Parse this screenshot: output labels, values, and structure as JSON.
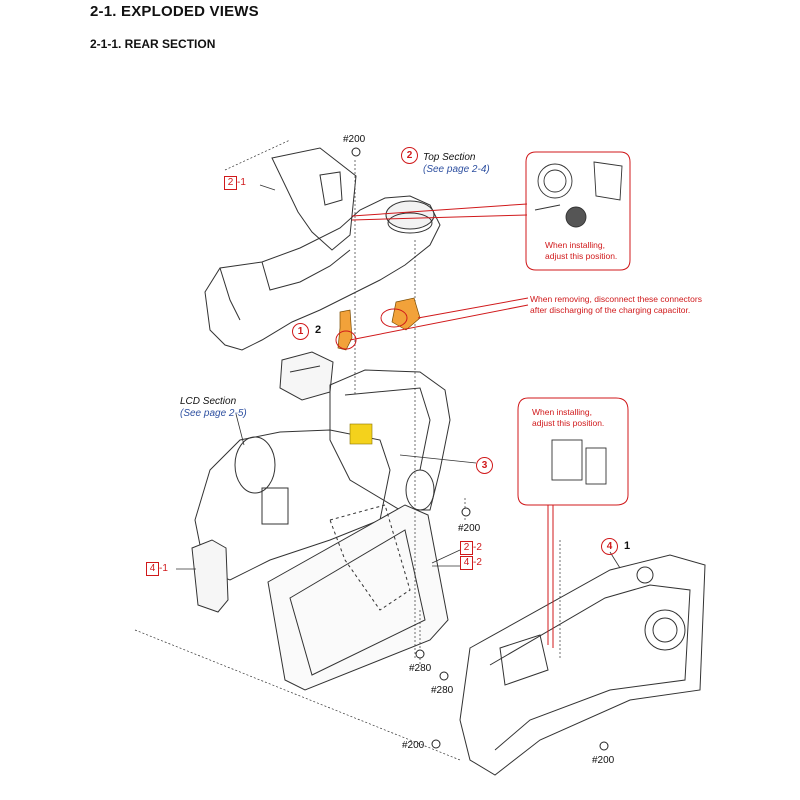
{
  "title": "2-1.  EXPLODED VIEWS",
  "subtitle": "2-1-1. REAR SECTION",
  "screws": {
    "top": "#200",
    "mid_right": "#200",
    "lower_mid": "#280",
    "lower_left": "#280",
    "bottom_left": "#200",
    "bottom_right": "#200"
  },
  "sections": {
    "top_num": "2",
    "top_name": "Top Section",
    "top_ref": "(See page 2-4)",
    "lcd_name": "LCD Section",
    "lcd_ref": "(See page 2-5)"
  },
  "callouts": {
    "c1": "1",
    "c1_part": "2",
    "c3": "3",
    "c4": "4",
    "c4_part": "1"
  },
  "refs": {
    "r21_box": "2",
    "r21_suffix": "-1",
    "r22_box": "2",
    "r22_suffix": "-2",
    "r42_box": "4",
    "r42_suffix": "-2",
    "r41_box": "4",
    "r41_suffix": "-1"
  },
  "notes": {
    "install_top_l1": "When installing,",
    "install_top_l2": "adjust this position.",
    "removing_l1": "When removing, disconnect these connectors",
    "removing_l2": "after discharging of the charging capacitor.",
    "install_mid_l1": "When installing,",
    "install_mid_l2": "adjust this position."
  },
  "colors": {
    "accent_red": "#d0191b",
    "link_blue": "#2d4fa0",
    "connector_orange": "#f2a23a",
    "highlight_yellow": "#f4d21c"
  }
}
